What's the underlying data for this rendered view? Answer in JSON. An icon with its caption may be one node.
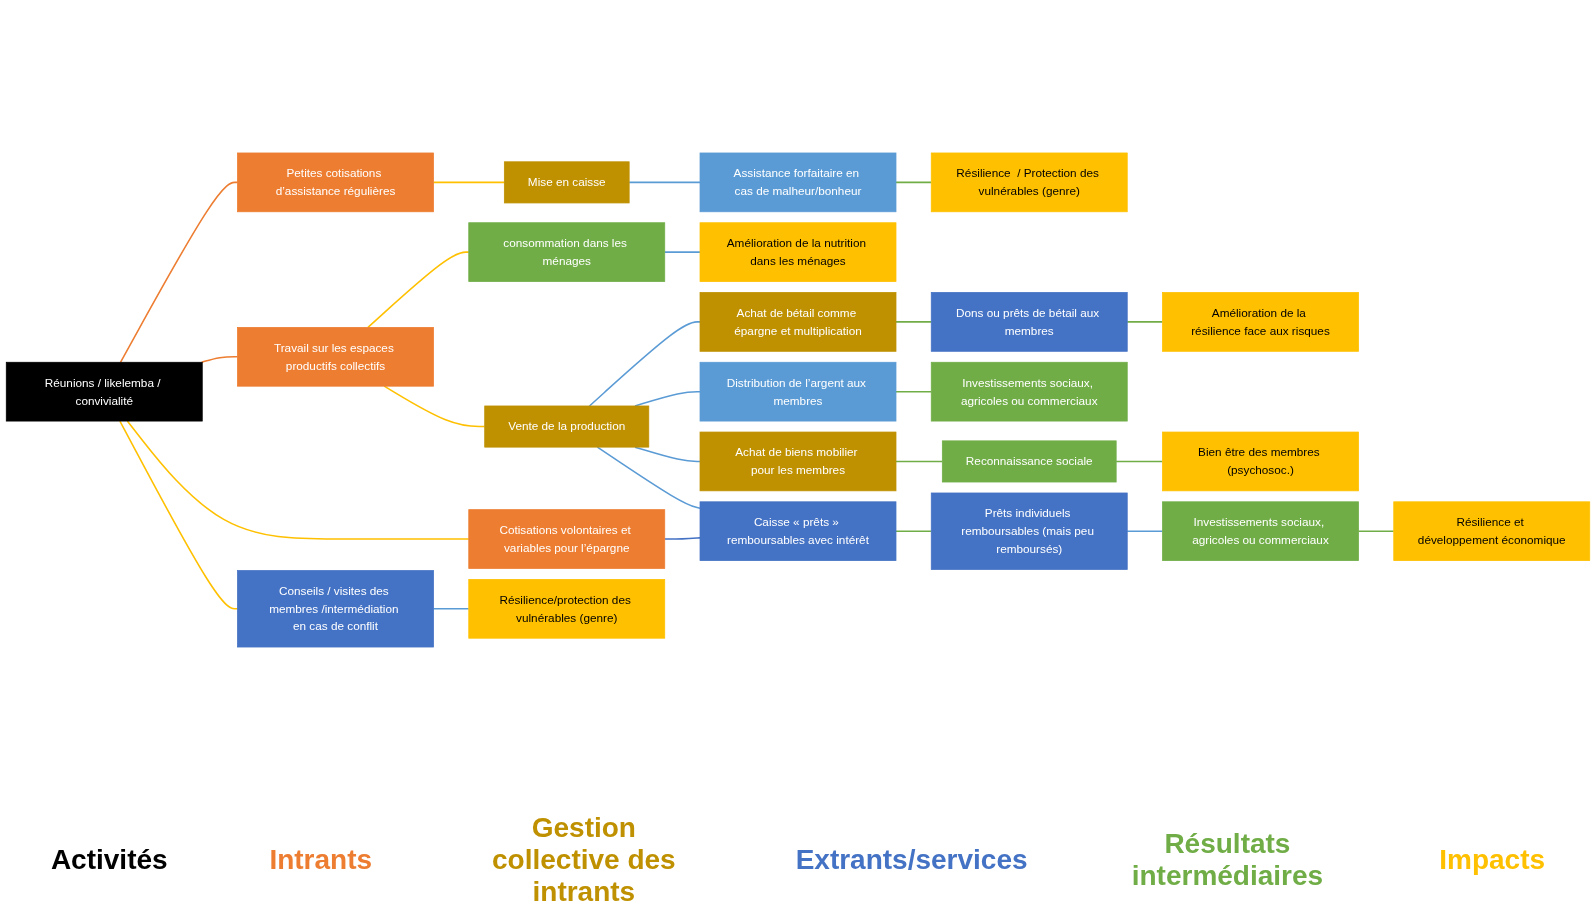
{
  "diagram": {
    "nodes": [
      {
        "text": [
          "Réunions / likelemba / convivialité"
        ]
      },
      {
        "text": [
          "Petites cotisations d’assistance régulières"
        ]
      },
      {
        "text": [
          "Travail sur les espaces productifs collectifs"
        ]
      },
      {
        "text": [
          "Cotisations volontaires et variables pour l’épargne"
        ]
      },
      {
        "text": [
          "Mise en caisse"
        ]
      },
      {
        "text": [
          "Vente de la production"
        ]
      },
      {
        "text": [
          "Assistance forfaitaire en cas de malheur/bonheur"
        ]
      },
      {
        "text": [
          "Achat de bétail comme épargne et multiplication"
        ]
      },
      {
        "text": [
          "Distribution de l’argent aux membres"
        ]
      },
      {
        "text": [
          "Achat de biens mobilier pour les membres"
        ]
      },
      {
        "text": [
          "Caisse « prêts » remboursables avec intérêt"
        ]
      },
      {
        "text": [
          "Conseils / visites des membres /intermédiation en cas de conflit"
        ]
      },
      {
        "text": [
          "consommation dans les ménages"
        ]
      },
      {
        "text": [
          "Dons ou prêts de bétail aux membres"
        ]
      },
      {
        "text": [
          "Investissements sociaux, agricoles ou commerciaux"
        ]
      },
      {
        "text": [
          "Reconnaissance sociale"
        ]
      },
      {
        "text": [
          "Prêts individuels remboursables (mais peu remboursés)"
        ]
      },
      {
        "text": [
          "Investissements sociaux, agricoles ou commerciaux"
        ]
      },
      {
        "text": [
          "Résilience  / Protection des vulnérables (genre)"
        ]
      },
      {
        "text": [
          "Amélioration de la nutrition dans les ménages"
        ]
      },
      {
        "text": [
          "Amélioration de la résilience face aux risques"
        ]
      },
      {
        "text": [
          "Bien être des membres (psychosoc.)"
        ]
      },
      {
        "text": [
          "Résilience et développement économique"
        ]
      },
      {
        "text": [
          "Résilience/protection des vulnérables (genre)"
        ]
      }
    ],
    "edges": [
      {
        "from": 0,
        "to": 1,
        "arrow": "none",
        "color": "#ed7d31"
      },
      {
        "from": 0,
        "to": 2,
        "arrow": "none",
        "color": "#ed7d31"
      },
      {
        "from": 0,
        "to": 3,
        "arrow": "none",
        "color": "#ffc000"
      },
      {
        "from": 0,
        "to": 11,
        "arrow": "none",
        "color": "#ffc000"
      },
      {
        "from": 1,
        "to": 4,
        "arrow": "none",
        "color": "#ffc000"
      },
      {
        "from": 2,
        "to": 12,
        "arrow": "none",
        "color": "#ffc000"
      },
      {
        "from": 2,
        "to": 5,
        "arrow": "none",
        "color": "#ffc000"
      },
      {
        "from": 4,
        "to": 6,
        "arrow": "none",
        "color": "#5b9bd5"
      },
      {
        "from": 5,
        "to": 7,
        "arrow": "none",
        "color": "#5b9bd5"
      },
      {
        "from": 5,
        "to": 8,
        "arrow": "none",
        "color": "#5b9bd5"
      },
      {
        "from": 5,
        "to": 9,
        "arrow": "none",
        "color": "#5b9bd5"
      },
      {
        "from": 5,
        "to": 10,
        "arrow": "none",
        "color": "#5b9bd5"
      },
      {
        "from": 3,
        "to": 10,
        "arrow": "none",
        "color": "#4472c4"
      },
      {
        "from": 6,
        "to": 18,
        "arrow": "none",
        "color": "#70ad47"
      },
      {
        "from": 12,
        "to": 19,
        "arrow": "none",
        "color": "#5b9bd5"
      },
      {
        "from": 7,
        "to": 13,
        "arrow": "none",
        "color": "#70ad47"
      },
      {
        "from": 13,
        "to": 20,
        "arrow": "none",
        "color": "#70ad47"
      },
      {
        "from": 8,
        "to": 14,
        "arrow": "none",
        "color": "#70ad47"
      },
      {
        "from": 9,
        "to": 15,
        "arrow": "none",
        "color": "#70ad47"
      },
      {
        "from": 15,
        "to": 21,
        "arrow": "none",
        "color": "#70ad47"
      },
      {
        "from": 10,
        "to": 16,
        "arrow": "none",
        "color": "#70ad47"
      },
      {
        "from": 16,
        "to": 17,
        "arrow": "none",
        "color": "#5b9bd5"
      },
      {
        "from": 17,
        "to": 22,
        "arrow": "none",
        "color": "#70ad47"
      },
      {
        "from": 11,
        "to": 23,
        "arrow": "none",
        "color": "#5b9bd5"
      }
    ],
    "labels": [
      "Activités",
      "Intrants",
      "Gestion collective des intrants",
      "Extrants/services",
      "Résultats intermédiaires",
      "Impacts"
    ]
  }
}
